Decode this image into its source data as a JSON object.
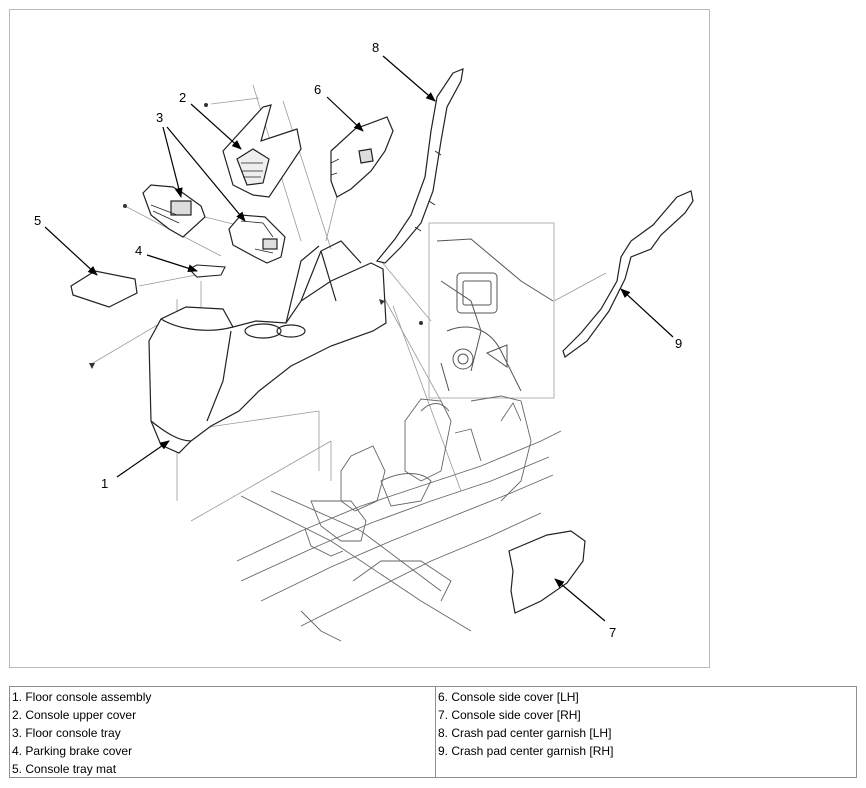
{
  "callouts": {
    "c1": "1",
    "c2": "2",
    "c3": "3",
    "c4": "4",
    "c5": "5",
    "c6": "6",
    "c7": "7",
    "c8": "8",
    "c9": "9"
  },
  "legend": {
    "left": [
      "1. Floor console assembly",
      "2. Console upper cover",
      "3. Floor console tray",
      "4. Parking brake cover",
      "5. Console tray mat"
    ],
    "right": [
      "6. Console side cover [LH]",
      "7. Console side cover [RH]",
      "8. Crash pad center garnish [LH]",
      "9. Crash pad center garnish [RH]"
    ]
  }
}
